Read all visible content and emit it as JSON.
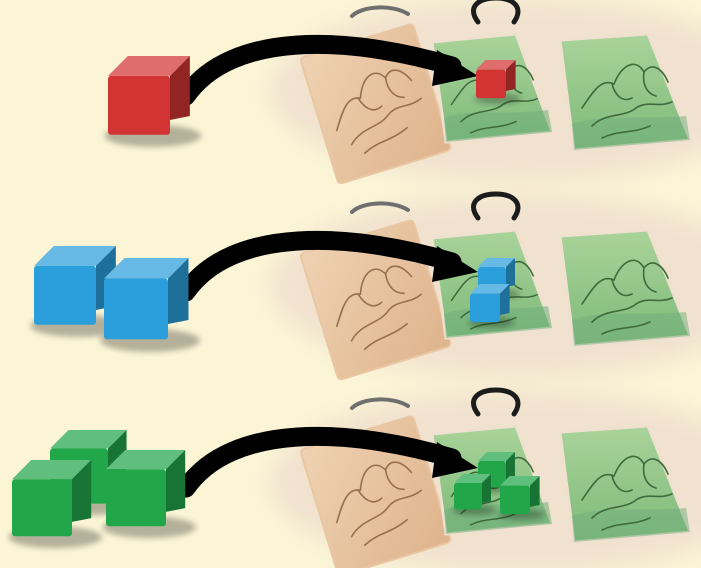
{
  "colors": {
    "background": "#fbf5d6",
    "board_strip": "#f1e2cf",
    "desert_tile": "#e8c4a2",
    "mountain_tile": "#93c48a",
    "arrow": "#000000",
    "cube_red": "#d23434",
    "cube_blue": "#2b9fdb",
    "cube_green": "#22a64a"
  },
  "rows": [
    {
      "cube_color": "red",
      "source_cubes": 1,
      "placed_cubes": 1
    },
    {
      "cube_color": "blue",
      "source_cubes": 2,
      "placed_cubes": 2
    },
    {
      "cube_color": "green",
      "source_cubes": 3,
      "placed_cubes": 3
    }
  ],
  "icons": {
    "action_marker": "arrow-icon",
    "cube": "cube-icon",
    "tile_art": "mountain-icon",
    "track_ring": "ring-icon"
  }
}
